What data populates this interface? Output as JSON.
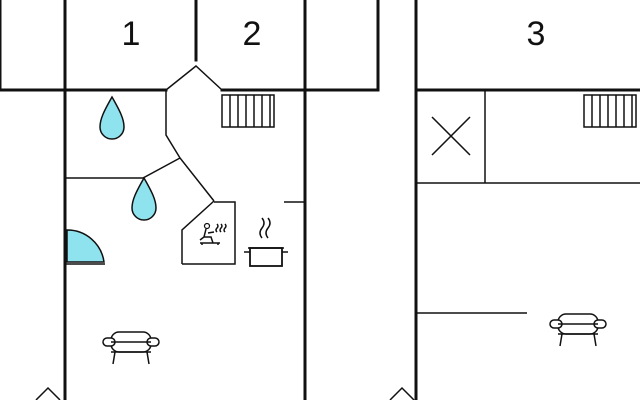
{
  "rooms": [
    {
      "id": "room-1",
      "label": "1"
    },
    {
      "id": "room-2",
      "label": "2"
    },
    {
      "id": "room-3",
      "label": "3"
    }
  ],
  "colors": {
    "wall": "#111111",
    "water": "#8fe3ee",
    "shower": "#8fe3ee",
    "background": "#ffffff"
  },
  "icons": [
    "water-drop-icon",
    "water-drop-icon",
    "shower-icon",
    "sauna-icon",
    "cooking-pot-icon",
    "radiator-icon",
    "radiator-icon",
    "armchair-icon",
    "armchair-icon",
    "cross-mark-icon",
    "roof-peak-icon"
  ]
}
